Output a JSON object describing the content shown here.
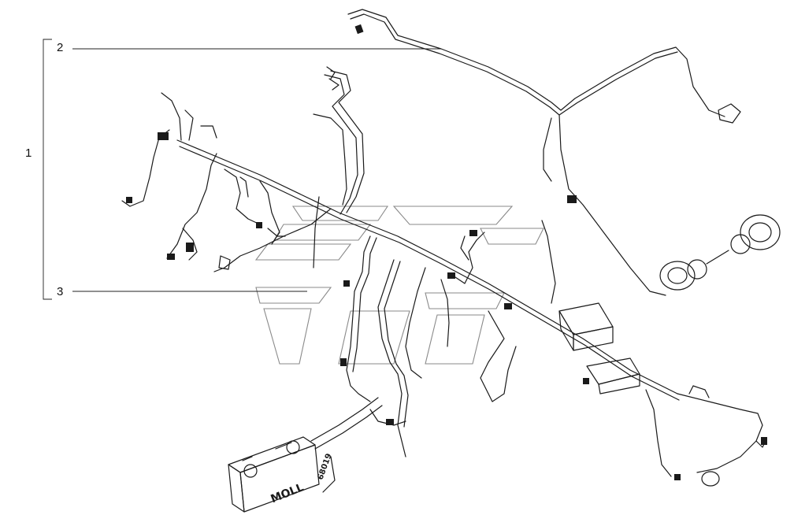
{
  "callouts": {
    "item_1": "1",
    "item_2": "2",
    "item_3": "3"
  },
  "battery": {
    "brand": "MOLL",
    "model": "68019"
  },
  "colors": {
    "line": "#1a1a1a",
    "watermark": "#8a8a8a",
    "background": "#ffffff"
  }
}
